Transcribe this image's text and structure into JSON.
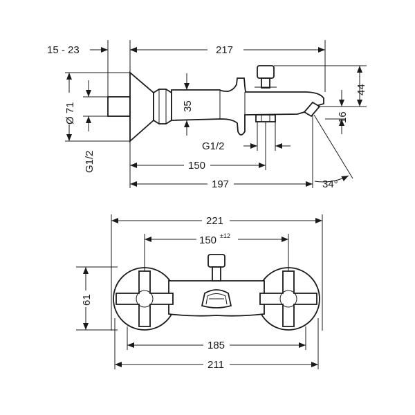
{
  "side_view": {
    "dim_setback": "15 - 23",
    "dim_total_length": "217",
    "dim_rosette_diameter": "Ø 71",
    "dim_body_height": "35",
    "dim_handle_height": "44",
    "dim_spout_drop": "16",
    "dim_inlet_thread": "G1/2",
    "dim_outlet_thread": "G1/2",
    "dim_outlet_position": "150",
    "dim_spout_reach": "197",
    "dim_spout_angle": "34°"
  },
  "front_view": {
    "dim_overall_width": "221",
    "dim_centre_distance": "150",
    "dim_centre_tolerance": "±12",
    "dim_height": "61",
    "dim_handle_span": "185",
    "dim_base_width": "211"
  }
}
